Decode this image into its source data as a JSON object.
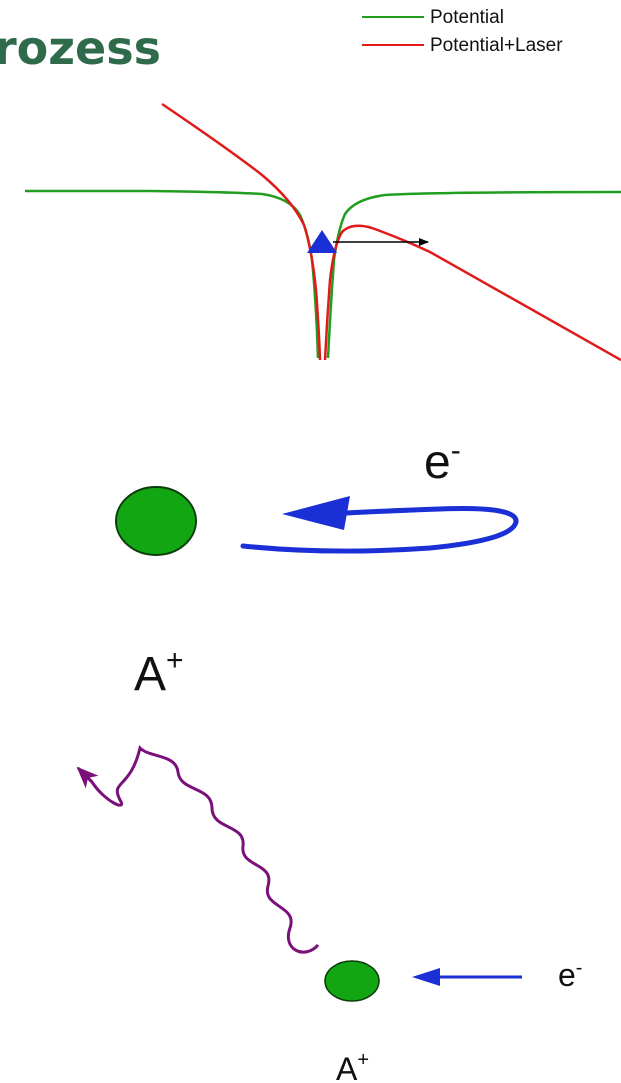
{
  "heading": {
    "text": "rozess",
    "color": "#2f6b4a"
  },
  "legend": {
    "entries": [
      {
        "label": "Potential",
        "color": "#1f9e1f"
      },
      {
        "label": "Potential+Laser",
        "color": "#e01b1b"
      }
    ]
  },
  "ionization_panel": {
    "electron_marker_color": "#1a2fd6",
    "tunnel_arrow_color": "#000000"
  },
  "acceleration_panel": {
    "electron_label": "e",
    "electron_charge": "-",
    "ion_label": "A",
    "ion_charge": "+",
    "ion_color": "#12a612",
    "trajectory_color": "#1a2fd6"
  },
  "recombination_panel": {
    "electron_label": "e",
    "electron_charge": "-",
    "ion_label": "A",
    "ion_charge": "+",
    "ion_color": "#12a612",
    "electron_arrow_color": "#1a2fd6",
    "photon_color": "#7a117a"
  }
}
